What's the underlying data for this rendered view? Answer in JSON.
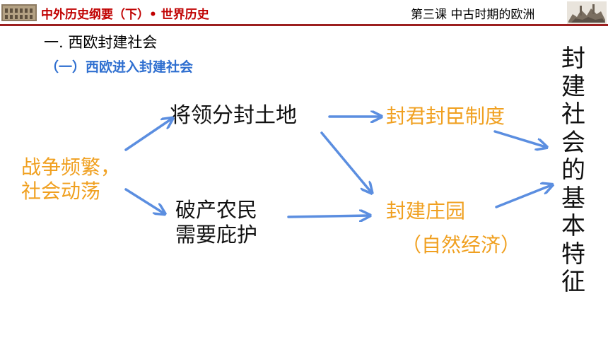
{
  "header": {
    "course": "中外历史纲要（下）• 世界历史",
    "lesson": "第三课  中古时期的欧洲"
  },
  "section": {
    "title": "一. 西欧封建社会",
    "subtitle": "（一）西欧进入封建社会"
  },
  "diagram": {
    "cause": [
      "战争频繁，",
      "社会动荡"
    ],
    "fief": "将领分封土地",
    "peasants": [
      "破产农民",
      "需要庇护"
    ],
    "vassal_system": "封君封臣制度",
    "manor": "封建庄园",
    "manor_note": "（自然经济）",
    "feature": [
      "封",
      "建",
      "社",
      "会",
      "的",
      "基",
      "本",
      "特",
      "征"
    ]
  },
  "colors": {
    "arrow": "#5b8ee0",
    "orange_text": "#f0a020",
    "course_red": "#c00000",
    "subtitle_blue": "#2f6fd0"
  }
}
